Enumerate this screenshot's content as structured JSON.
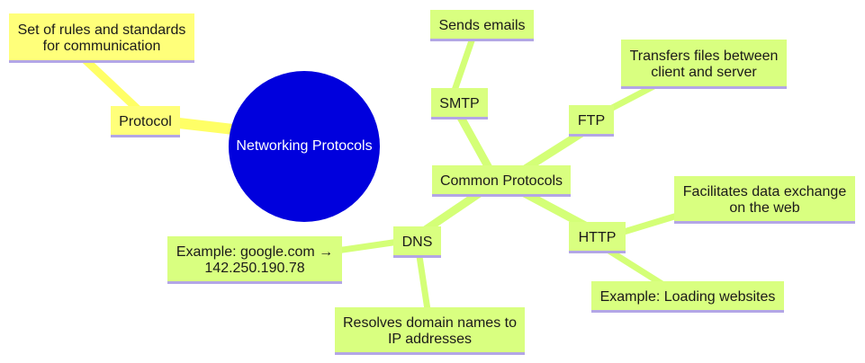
{
  "mindmap": {
    "colors": {
      "background": "#ffffff",
      "root_fill": "#0000dd",
      "root_text": "#ffffff",
      "branch_protocol_fill": "#ffff7a",
      "branch_protocol_edge": "#ffff66",
      "branch_common_fill": "#d9ff80",
      "branch_common_edge": "#d4ff77",
      "node_underline": "#b3a6e6",
      "node_text": "#1a1a1a"
    },
    "root": {
      "label": "Networking Protocols"
    },
    "protocol": {
      "label": "Protocol",
      "definition": [
        "Set of rules and standards",
        "for communication"
      ]
    },
    "common": {
      "label": "Common Protocols",
      "smtp": {
        "label": "SMTP",
        "description": [
          "Sends emails"
        ]
      },
      "ftp": {
        "label": "FTP",
        "description": [
          "Transfers files between",
          "client and server"
        ]
      },
      "http": {
        "label": "HTTP",
        "description": [
          "Facilitates data exchange",
          "on the web"
        ],
        "example": [
          "Example: Loading websites"
        ]
      },
      "dns": {
        "label": "DNS",
        "description": [
          "Resolves domain names to",
          "IP addresses"
        ],
        "example": [
          "Example: google.com →",
          "142.250.190.78"
        ]
      }
    }
  }
}
